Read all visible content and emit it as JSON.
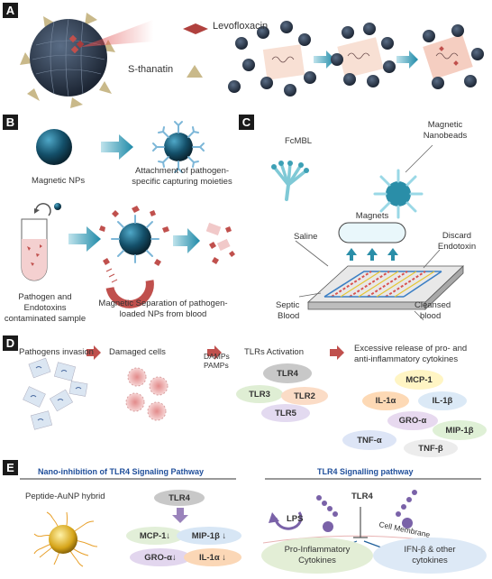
{
  "panels": {
    "a": "A",
    "b": "B",
    "c": "C",
    "d": "D",
    "e": "E"
  },
  "panel_a": {
    "drug1": "Levofloxacin",
    "drug2": "S-thanatin"
  },
  "panel_b": {
    "magnetic_nps": "Magnetic NPs",
    "attachment": [
      "Attachment of pathogen-",
      "specific capturing moieties"
    ],
    "sample": [
      "Pathogen and",
      "Endotoxins",
      "contaminated sample"
    ],
    "separation": [
      "Magnetic Separation of pathogen-",
      "loaded NPs from blood"
    ]
  },
  "panel_c": {
    "fcmbl": "FcMBL",
    "nanobeads": [
      "Magnetic",
      "Nanobeads"
    ],
    "magnets": "Magnets",
    "saline": "Saline",
    "discard": [
      "Discard",
      "Endotoxin"
    ],
    "septic": [
      "Septic",
      "Blood"
    ],
    "cleansed": [
      "Cleansed",
      "blood"
    ]
  },
  "panel_d": {
    "invasion": "Pathogens invasion",
    "damaged": "Damaged cells",
    "damps": [
      "DAMPs",
      "PAMPs"
    ],
    "tlr_act": "TLRs Activation",
    "release": [
      "Excessive release of pro- and",
      "anti-inflammatory cytokines"
    ],
    "tlrs": [
      "TLR4",
      "TLR3",
      "TLR2",
      "TLR5"
    ],
    "cytokines": [
      "MCP-1",
      "IL-1α",
      "IL-1β",
      "GRO-α",
      "MIP-1β",
      "TNF-α",
      "TNF-β"
    ]
  },
  "panel_e": {
    "left_title": "Nano-inhibition of TLR4 Signaling Pathway",
    "right_title": "TLR4 Signalling pathway",
    "hybrid": "Peptide-AuNP hybrid",
    "tlr4": "TLR4",
    "mcp": "MCP-1↓",
    "mip": "MIP-1β ↓",
    "gro": "GRO-α↓",
    "il1a": "IL-1α ↓",
    "lps": "LPS",
    "tlr4_right": "TLR4",
    "membrane": "Cell Membrane",
    "pro": [
      "Pro-Inflammatory",
      "Cytokines"
    ],
    "ifn": [
      "IFN-β & other",
      "cytokines"
    ]
  },
  "colors": {
    "teal": "#2a8ea8",
    "red_arrow": "#c0504d",
    "nav_blue": "#1f4e9a"
  }
}
